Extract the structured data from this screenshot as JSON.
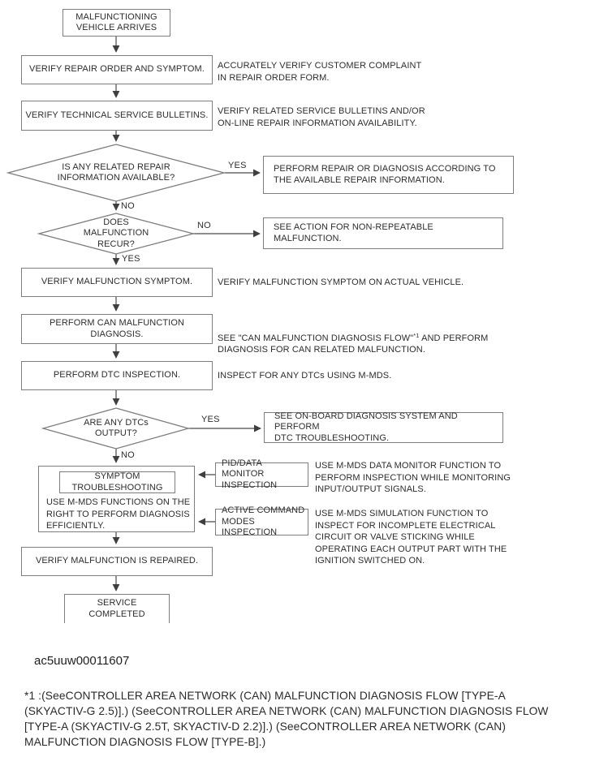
{
  "colors": {
    "line": "#4a4a4a",
    "border": "#7d7d7d",
    "text": "#2d2d2d",
    "background": "#ffffff"
  },
  "flowchart": {
    "boxes": {
      "start": "MALFUNCTIONING\nVEHICLE ARRIVES",
      "verify_repair_order": "VERIFY REPAIR ORDER AND SYMPTOM.",
      "verify_tsb": "VERIFY TECHNICAL SERVICE BULLETINS.",
      "perform_repair": "PERFORM REPAIR OR DIAGNOSIS ACCORDING TO\nTHE AVAILABLE REPAIR INFORMATION.",
      "non_repeatable": "SEE ACTION FOR NON-REPEATABLE MALFUNCTION.",
      "verify_symptom": "VERIFY MALFUNCTION SYMPTOM.",
      "can_diagnosis": "PERFORM CAN MALFUNCTION DIAGNOSIS.",
      "dtc_inspection": "PERFORM DTC INSPECTION.",
      "obd_troubleshooting": "SEE ON-BOARD DIAGNOSIS SYSTEM AND PERFORM\nDTC TROUBLESHOOTING.",
      "symptom_troubleshooting": "SYMPTOM\nTROUBLESHOOTING",
      "symptom_troubleshooting_note": "USE M-MDS FUNCTIONS ON THE\nRIGHT TO PERFORM DIAGNOSIS\nEFFICIENTLY.",
      "pid_monitor": "PID/DATA MONITOR\nINSPECTION",
      "active_command": "ACTIVE COMMAND\nMODES INSPECTION",
      "verify_repaired": "VERIFY MALFUNCTION IS REPAIRED.",
      "service_completed": "SERVICE\nCOMPLETED"
    },
    "decisions": {
      "info_available": "IS ANY RELATED REPAIR\nINFORMATION AVAILABLE?",
      "malfunction_recur": "DOES\nMALFUNCTION\nRECUR?",
      "dtcs_output": "ARE ANY DTCs\nOUTPUT?"
    },
    "labels": {
      "yes": "YES",
      "no": "NO"
    },
    "notes": {
      "repair_order": "ACCURATELY VERIFY CUSTOMER COMPLAINT\nIN REPAIR ORDER FORM.",
      "tsb": "VERIFY RELATED SERVICE BULLETINS AND/OR\nON-LINE REPAIR INFORMATION AVAILABILITY.",
      "symptom": "VERIFY MALFUNCTION SYMPTOM ON ACTUAL VEHICLE.",
      "can": {
        "prefix": "SEE \"CAN MALFUNCTION DIAGNOSIS FLOW\"",
        "sup": "*1",
        "rest": " AND PERFORM\nDIAGNOSIS FOR CAN RELATED MALFUNCTION."
      },
      "dtc": "INSPECT FOR ANY DTCs USING M-MDS.",
      "pid": "USE M-MDS DATA MONITOR FUNCTION TO\nPERFORM INSPECTION WHILE MONITORING\nINPUT/OUTPUT SIGNALS.",
      "active": "USE M-MDS SIMULATION FUNCTION TO\nINSPECT FOR INCOMPLETE ELECTRICAL\nCIRCUIT OR VALVE STICKING WHILE\nOPERATING EACH OUTPUT PART WITH THE\nIGNITION SWITCHED ON."
    },
    "caption": "ac5uuw00011607",
    "footnote": "*1 :(SeeCONTROLLER AREA NETWORK (CAN) MALFUNCTION DIAGNOSIS FLOW [TYPE-A\n(SKYACTIV-G 2.5)].) (SeeCONTROLLER AREA NETWORK (CAN) MALFUNCTION DIAGNOSIS FLOW\n[TYPE-A (SKYACTIV-G 2.5T, SKYACTIV-D 2.2)].) (SeeCONTROLLER AREA NETWORK (CAN)\nMALFUNCTION DIAGNOSIS FLOW [TYPE-B].)"
  }
}
